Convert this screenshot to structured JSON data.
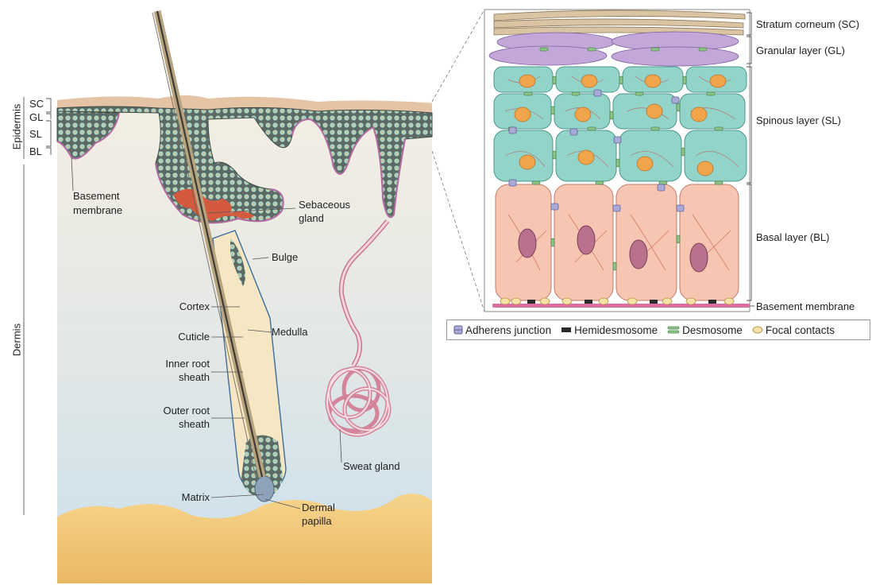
{
  "left_panel": {
    "side_labels": {
      "epidermis": "Epidermis",
      "dermis": "Dermis"
    },
    "layer_labels": {
      "sc": "SC",
      "gl": "GL",
      "sl": "SL",
      "bl": "BL"
    },
    "annotations": {
      "basement_membrane": [
        "Basement",
        "membrane"
      ],
      "sebaceous_gland": [
        "Sebaceous",
        "gland"
      ],
      "bulge": "Bulge",
      "cortex": "Cortex",
      "medulla": "Medulla",
      "cuticle": "Cuticle",
      "inner_root_sheath": [
        "Inner root",
        "sheath"
      ],
      "outer_root_sheath": [
        "Outer root",
        "sheath"
      ],
      "sweat_gland": "Sweat gland",
      "matrix": "Matrix",
      "dermal_papilla": [
        "Dermal",
        "papilla"
      ]
    }
  },
  "right_panel": {
    "layer_labels": {
      "stratum_corneum": "Stratum corneum (SC)",
      "granular_layer": "Granular layer (GL)",
      "spinous_layer": "Spinous layer (SL)",
      "basal_layer": "Basal layer (BL)",
      "basement_membrane": "Basement membrane"
    }
  },
  "legend": [
    {
      "name": "adherens-junction",
      "label": "Adherens junction",
      "color": "#8d8fc2"
    },
    {
      "name": "hemidesmosome",
      "label": "Hemidesmosome",
      "color": "#2b2b2b"
    },
    {
      "name": "desmosome",
      "label": "Desmosome",
      "color": "#6aa564"
    },
    {
      "name": "focal-contacts",
      "label": "Focal contacts",
      "color": "#f3dd9a"
    }
  ],
  "colors": {
    "skin_surface": "#e3c3a3",
    "dermis_top": "#f3ede2",
    "dermis_bottom": "#cfe2ee",
    "fat": "#f1c877",
    "sebum": "#d9583f",
    "spinous": "#8fd3c9",
    "basal": "#f7c6b1",
    "granular": "#bfa6d6",
    "membrane": "#d96ea0"
  }
}
